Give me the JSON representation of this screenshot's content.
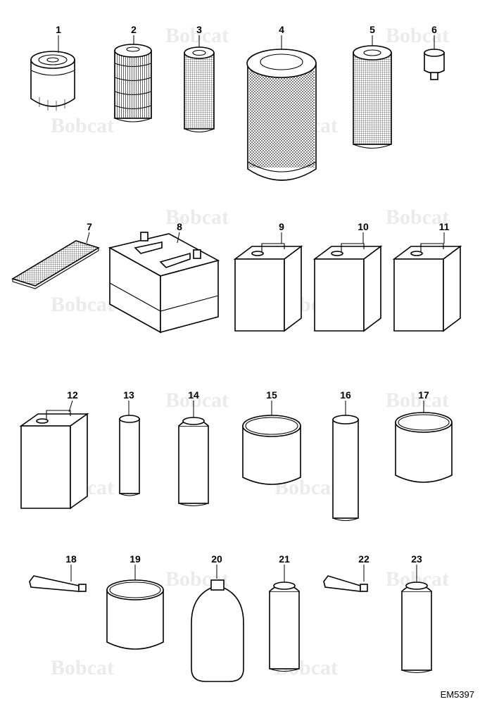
{
  "watermark": "Bobcat",
  "drawing_ref": "EM5397",
  "callouts": [
    "1",
    "2",
    "3",
    "4",
    "5",
    "6",
    "7",
    "8",
    "9",
    "10",
    "11",
    "12",
    "13",
    "14",
    "15",
    "16",
    "17",
    "18",
    "19",
    "20",
    "21",
    "22",
    "23"
  ]
}
